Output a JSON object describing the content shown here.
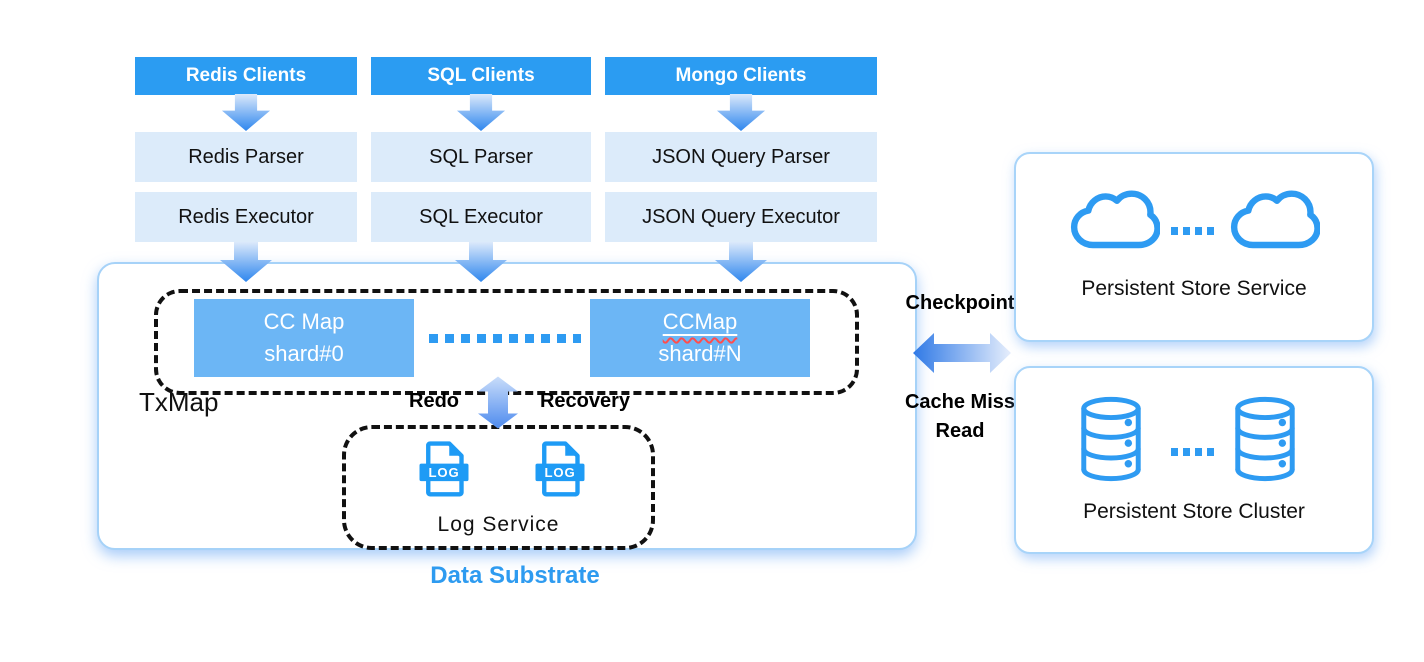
{
  "colors": {
    "accent_blue": "#2B9CF2",
    "light_box_bg": "#DCEBFA",
    "shard_bg": "#6CB6F5",
    "caption_blue": "#2E9BF0",
    "icon_blue": "#2E9BF2",
    "dashed_border": "#111111",
    "box_border": "#A8D4F9"
  },
  "clients": [
    {
      "header": "Redis Clients",
      "parser": "Redis Parser",
      "executor": "Redis Executor"
    },
    {
      "header": "SQL Clients",
      "parser": "SQL Parser",
      "executor": "SQL Executor"
    },
    {
      "header": "Mongo Clients",
      "parser": "JSON Query Parser",
      "executor": "JSON Query Executor"
    }
  ],
  "substrate": {
    "caption": "Data Substrate",
    "txmap_label": "TxMap",
    "shard_first": {
      "line1": "CC Map",
      "line2": "shard#0"
    },
    "shard_last": {
      "line1": "CCMap",
      "line2": "shard#N"
    },
    "redo_label": "Redo",
    "recovery_label": "Recovery",
    "log_service": {
      "label": "Log Service",
      "file_icon_text": "LOG"
    }
  },
  "checkpoint_link": {
    "top_label": "Checkpoint",
    "bottom_label": "Cache Miss Read"
  },
  "persistent_service": {
    "label": "Persistent Store Service"
  },
  "persistent_cluster": {
    "label": "Persistent Store Cluster"
  }
}
